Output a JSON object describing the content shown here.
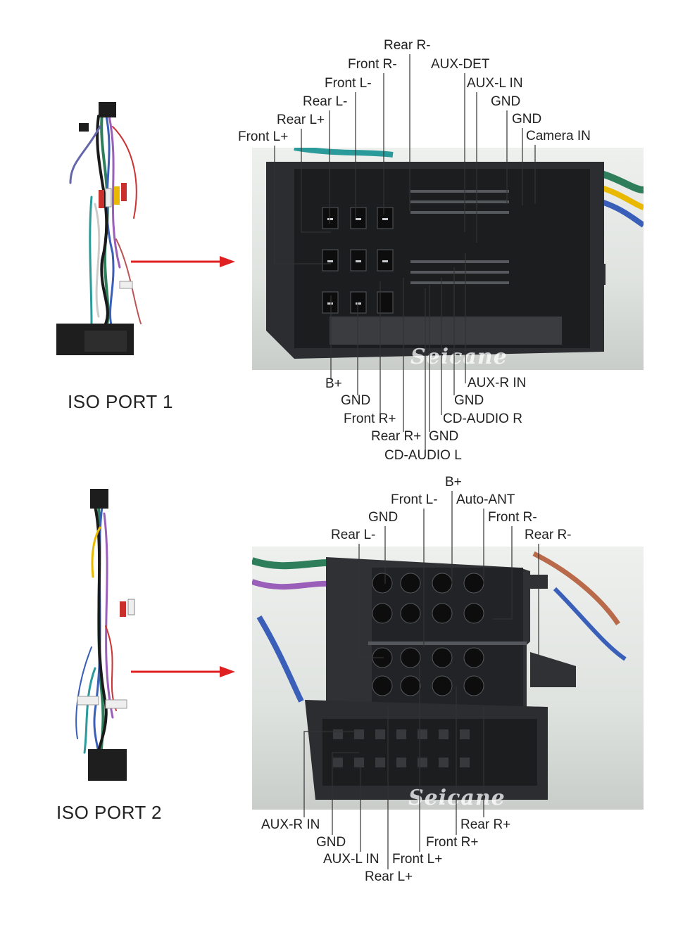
{
  "port1": {
    "title": "ISO PORT 1",
    "top_labels": [
      "Rear R-",
      "Front R-",
      "AUX-DET",
      "Front L-",
      "AUX-L IN",
      "Rear L-",
      "GND",
      "Rear L+",
      "GND",
      "Front L+",
      "Camera IN"
    ],
    "bottom_labels": [
      "B+",
      "AUX-R IN",
      "GND",
      "GND",
      "Front R+",
      "CD-AUDIO R",
      "Rear R+",
      "GND",
      "CD-AUDIO L"
    ],
    "watermark": "Seicane"
  },
  "port2": {
    "title": "ISO PORT 2",
    "top_labels": [
      "B+",
      "Front L-",
      "Auto-ANT",
      "GND",
      "Front R-",
      "Rear L-",
      "Rear R-"
    ],
    "bottom_labels": [
      "AUX-R IN",
      "Rear R+",
      "GND",
      "Front R+",
      "AUX-L IN",
      "Front L+",
      "Rear L+"
    ],
    "watermark": "Seicane"
  },
  "colors": {
    "arrow": "#e02020",
    "leader": "#333333",
    "connector": "#2b2d30"
  }
}
